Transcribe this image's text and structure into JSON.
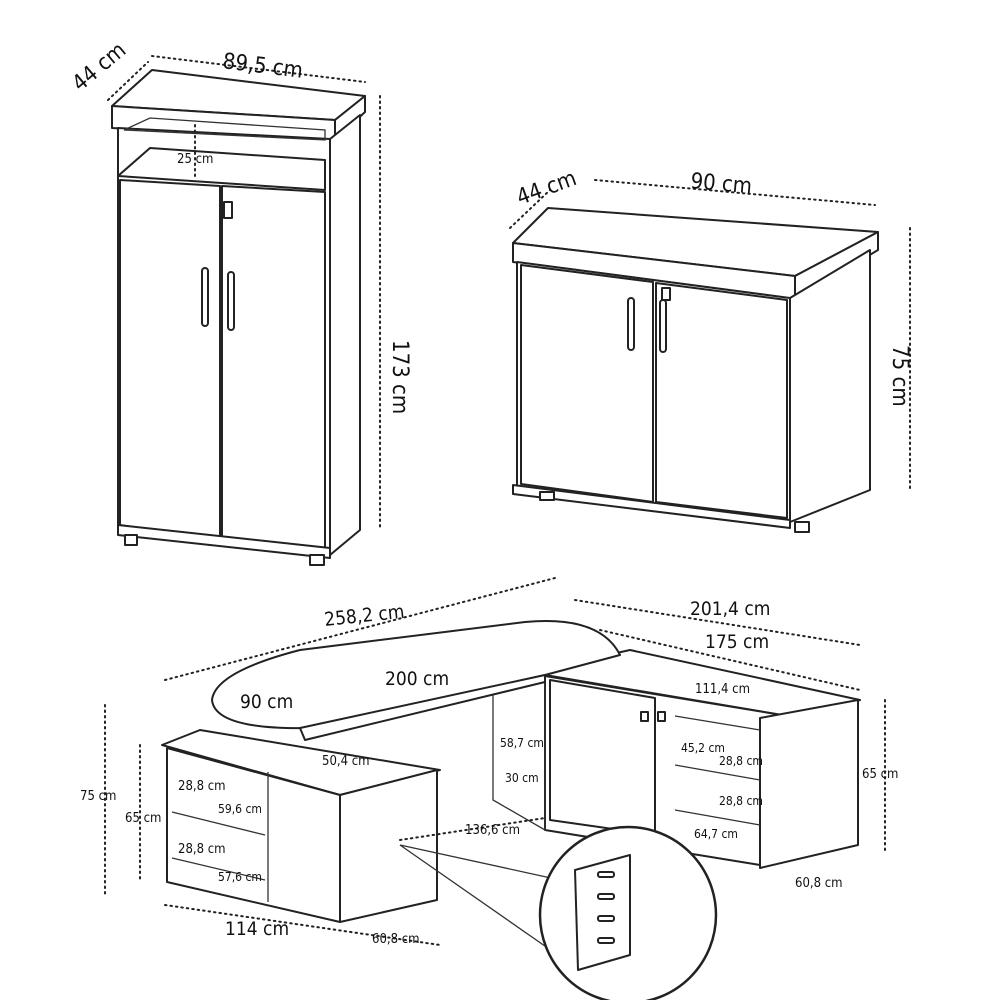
{
  "tall_cabinet": {
    "depth": "44 cm",
    "width": "89,5 cm",
    "height": "173 cm",
    "niche_height": "25 cm"
  },
  "low_cabinet": {
    "depth": "44 cm",
    "width": "90 cm",
    "height": "75 cm"
  },
  "desk": {
    "total_length": "258,2 cm",
    "return_length": "201,4 cm",
    "top_length": "200 cm",
    "credenza_length": "175 cm",
    "top_depth": "90 cm",
    "inner_length": "111,4 cm",
    "overhang": "50,4 cm",
    "knee_height": "58,7 cm",
    "gap": "30 cm",
    "credenza_depth_span": "136,6 cm",
    "total_height": "75 cm",
    "pedestal_height": "65 cm",
    "credenza_height": "65 cm",
    "shelf_1_height": "28,8 cm",
    "shelf_1_depth": "59,6 cm",
    "shelf_2_height": "28,8 cm",
    "shelf_2_depth": "57,6 cm",
    "pedestal_width": "114 cm",
    "pedestal_depth": "60,8 cm",
    "credenza_depth": "60,8 cm",
    "cubby_width": "45,2 cm",
    "cubby_shelf_1": "28,8 cm",
    "cubby_shelf_2": "28,8 cm",
    "cubby_depth": "64,7 cm"
  }
}
